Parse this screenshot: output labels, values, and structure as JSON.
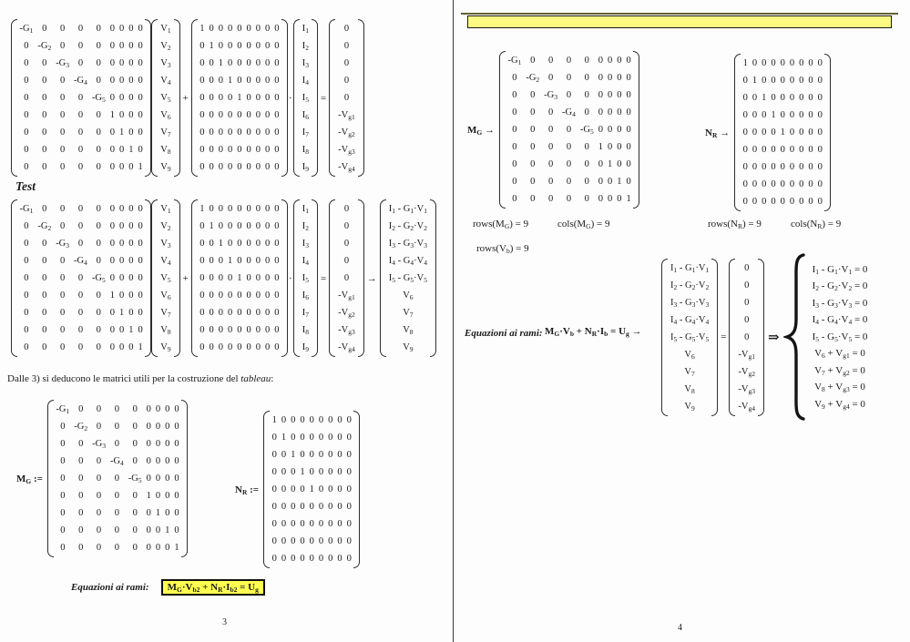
{
  "colors": {
    "highlight": "#ffff4f",
    "bar_fill": "#fbfb82",
    "bar_top_line": "#62622f",
    "text": "#1b1b1b"
  },
  "ops": {
    "plus": "+",
    "dot": "·",
    "equals": "=",
    "arrow": "→",
    "implies": "⇒"
  },
  "matrices": {
    "mg": [
      [
        "-G~1~",
        "0",
        "0",
        "0",
        "0",
        "0",
        "0",
        "0",
        "0"
      ],
      [
        "0",
        "-G~2~",
        "0",
        "0",
        "0",
        "0",
        "0",
        "0",
        "0"
      ],
      [
        "0",
        "0",
        "-G~3~",
        "0",
        "0",
        "0",
        "0",
        "0",
        "0"
      ],
      [
        "0",
        "0",
        "0",
        "-G~4~",
        "0",
        "0",
        "0",
        "0",
        "0"
      ],
      [
        "0",
        "0",
        "0",
        "0",
        "-G~5~",
        "0",
        "0",
        "0",
        "0"
      ],
      [
        "0",
        "0",
        "0",
        "0",
        "0",
        "1",
        "0",
        "0",
        "0"
      ],
      [
        "0",
        "0",
        "0",
        "0",
        "0",
        "0",
        "1",
        "0",
        "0"
      ],
      [
        "0",
        "0",
        "0",
        "0",
        "0",
        "0",
        "0",
        "1",
        "0"
      ],
      [
        "0",
        "0",
        "0",
        "0",
        "0",
        "0",
        "0",
        "0",
        "1"
      ]
    ],
    "nr": [
      [
        "1",
        "0",
        "0",
        "0",
        "0",
        "0",
        "0",
        "0",
        "0"
      ],
      [
        "0",
        "1",
        "0",
        "0",
        "0",
        "0",
        "0",
        "0",
        "0"
      ],
      [
        "0",
        "0",
        "1",
        "0",
        "0",
        "0",
        "0",
        "0",
        "0"
      ],
      [
        "0",
        "0",
        "0",
        "1",
        "0",
        "0",
        "0",
        "0",
        "0"
      ],
      [
        "0",
        "0",
        "0",
        "0",
        "1",
        "0",
        "0",
        "0",
        "0"
      ],
      [
        "0",
        "0",
        "0",
        "0",
        "0",
        "0",
        "0",
        "0",
        "0"
      ],
      [
        "0",
        "0",
        "0",
        "0",
        "0",
        "0",
        "0",
        "0",
        "0"
      ],
      [
        "0",
        "0",
        "0",
        "0",
        "0",
        "0",
        "0",
        "0",
        "0"
      ],
      [
        "0",
        "0",
        "0",
        "0",
        "0",
        "0",
        "0",
        "0",
        "0"
      ]
    ]
  },
  "vectors": {
    "v_branch": [
      "V~1~",
      "V~2~",
      "V~3~",
      "V~4~",
      "V~5~",
      "V~6~",
      "V~7~",
      "V~8~",
      "V~9~"
    ],
    "i_branch": [
      "I~1~",
      "I~2~",
      "I~3~",
      "I~4~",
      "I~5~",
      "I~6~",
      "I~7~",
      "I~8~",
      "I~9~"
    ],
    "u_source": [
      "0",
      "0",
      "0",
      "0",
      "0",
      "-V~g1~",
      "-V~g2~",
      "-V~g3~",
      "-V~g4~"
    ],
    "eval_result": [
      "I~1~ - G~1~·V~1~",
      "I~2~ - G~2~·V~2~",
      "I~3~ - G~3~·V~3~",
      "I~4~ - G~4~·V~4~",
      "I~5~ - G~5~·V~5~",
      "V~6~",
      "V~7~",
      "V~8~",
      "V~9~"
    ]
  },
  "system_equations": [
    "I~1~ - G~1~·V~1~ = 0",
    "I~2~ - G~2~·V~2~ = 0",
    "I~3~ - G~3~·V~3~ = 0",
    "I~4~ - G~4~·V~4~ = 0",
    "I~5~ - G~5~·V~5~ = 0",
    "V~6~ + V~g1~ = 0",
    "V~7~ + V~g2~ = 0",
    "V~8~ + V~g3~ = 0",
    "V~9~ + V~g4~ = 0"
  ],
  "page_left": {
    "test_heading": "Test",
    "deduction_prefix": "Dalle 3) si  deducono le matrici utili per la costruzione del ",
    "deduction_italic": "tableau",
    "deduction_suffix": ":",
    "mg_assign_label": "M~G~ :=",
    "nr_assign_label": "N~R~ :=",
    "branch_eq_label": "Equazioni ai rami:",
    "branch_eq_formula": "M~G~·V~b2~ + N~R~·I~b2~ = U~g~",
    "page_number": "3"
  },
  "page_right": {
    "mg_eval_label": "M~G~ →",
    "nr_eval_label": "N~R~ →",
    "rows_mg": "rows(M~G~) = 9",
    "cols_mg": "cols(M~G~) = 9",
    "rows_nr": "rows(N~R~) = 9",
    "cols_nr": "cols(N~R~) = 9",
    "rows_vb": "rows(V~b~) = 9",
    "branch_eq_label": "Equazioni ai rami:",
    "branch_eq_formula": "M~G~·V~b~ + N~R~·I~b~ = U~g~ →",
    "page_number": "4"
  }
}
